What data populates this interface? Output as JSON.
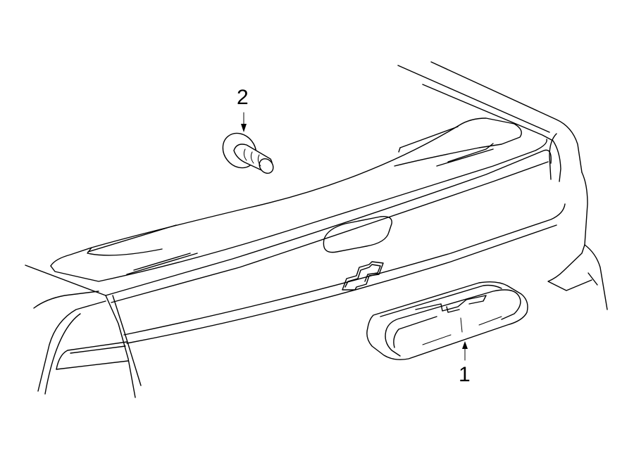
{
  "diagram": {
    "callouts": [
      {
        "id": "1",
        "label": "1",
        "part": "high-mount-stop-lamp"
      },
      {
        "id": "2",
        "label": "2",
        "part": "screw-fastener"
      }
    ]
  }
}
